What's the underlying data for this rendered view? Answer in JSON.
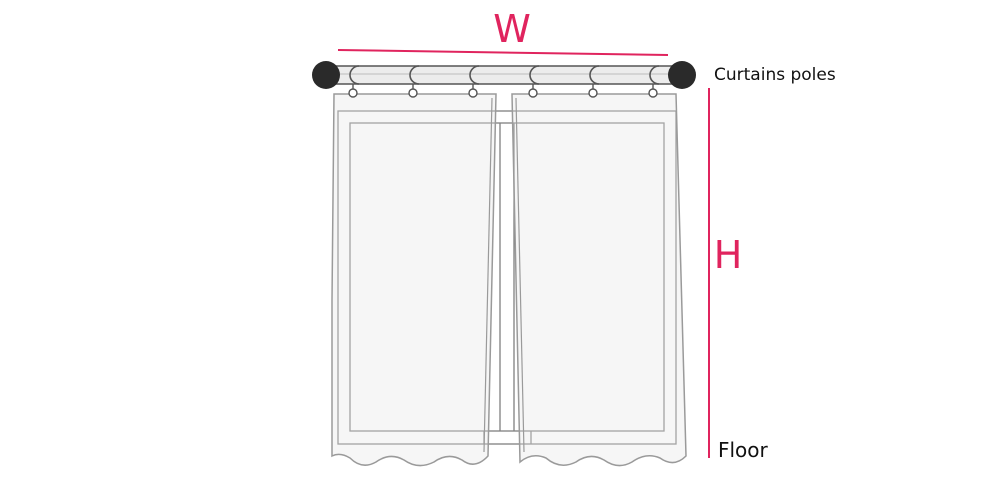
{
  "labels": {
    "width_letter": "W",
    "height_letter": "H",
    "pole_label": "Curtains poles",
    "floor_label": "Floor"
  },
  "colors": {
    "dimension": "#e0245e",
    "pole_fill": "#ececec",
    "pole_outline": "#555555",
    "finial": "#2a2a2a",
    "curtain_line": "#9a9a9a",
    "window_line": "#808080"
  },
  "rings": {
    "count": 6
  }
}
